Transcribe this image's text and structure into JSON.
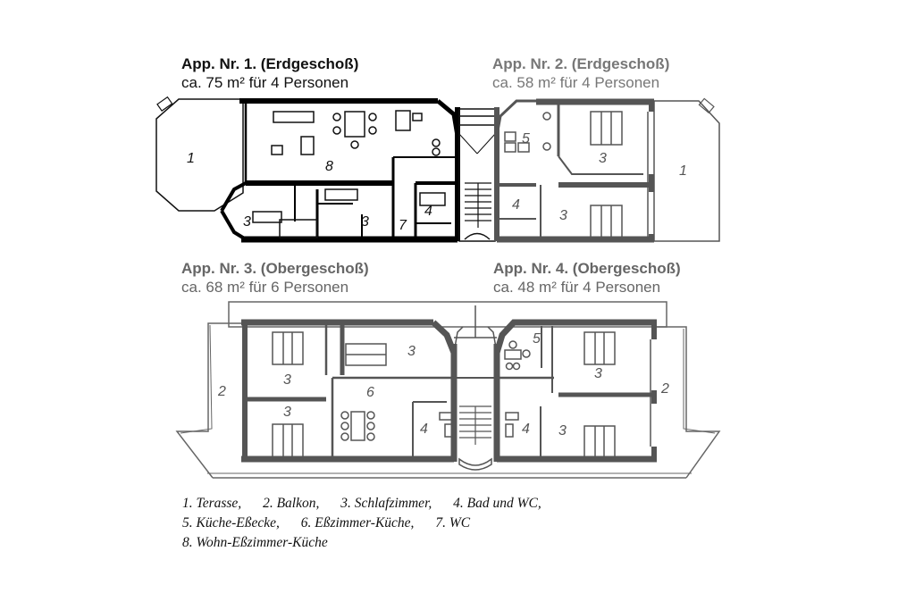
{
  "apartments": [
    {
      "id": 1,
      "name": "App. Nr. 1. (Erdgeschoß)",
      "details": "ca. 75 m² für 4 Personen",
      "color": "#111111"
    },
    {
      "id": 2,
      "name": "App. Nr. 2. (Erdgeschoß)",
      "details": "ca. 58 m² für 4 Personen",
      "color": "#777777"
    },
    {
      "id": 3,
      "name": "App. Nr. 3. (Obergeschoß)",
      "details": "ca. 68 m² für 6 Personen",
      "color": "#666666"
    },
    {
      "id": 4,
      "name": "App. Nr. 4. (Obergeschoß)",
      "details": "ca. 48 m² für 4 Personen",
      "color": "#666666"
    }
  ],
  "floorplan": {
    "ground_floor": {
      "app1_rooms": [
        "1",
        "8",
        "3",
        "3",
        "7",
        "4"
      ],
      "app2_rooms": [
        "5",
        "3",
        "4",
        "3",
        "1"
      ]
    },
    "upper_floor": {
      "app3_rooms": [
        "2",
        "3",
        "3",
        "3",
        "6",
        "4"
      ],
      "app4_rooms": [
        "5",
        "3",
        "4",
        "3",
        "2"
      ]
    }
  },
  "legend": {
    "rows": [
      [
        "1. Terasse,",
        "2. Balkon,",
        "3. Schlafzimmer,",
        "4. Bad und WC,"
      ],
      [
        "5. Küche-Eßecke,",
        "6. Eßzimmer-Küche,",
        "7. WC"
      ],
      [
        "8. Wohn-Eßzimmer-Küche"
      ]
    ]
  }
}
